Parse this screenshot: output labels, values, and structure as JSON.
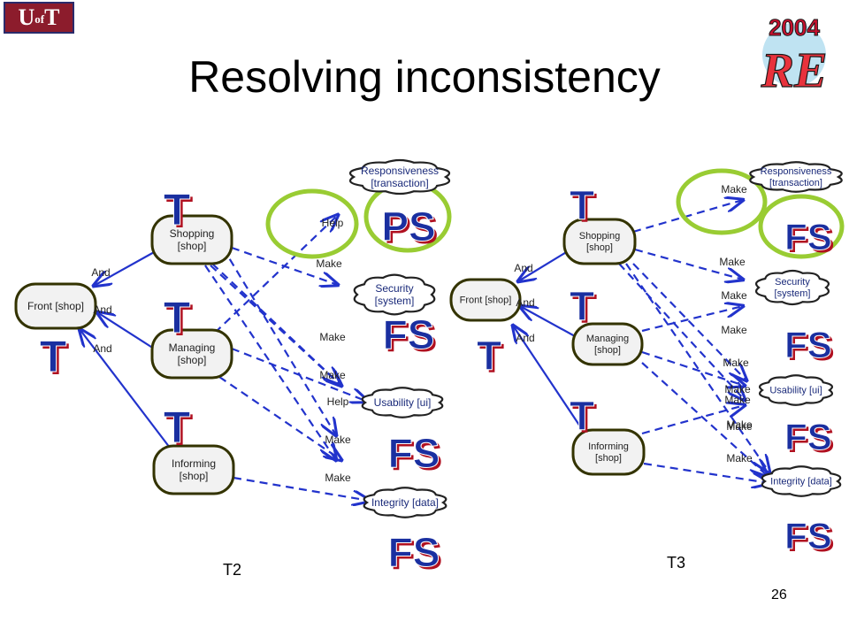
{
  "title": "Resolving inconsistency",
  "page_number": "26",
  "logo_left": "UofT",
  "logo_right": "2004 RE",
  "colors": {
    "edge": "#2233cc",
    "node_fill": "#f2f2f2",
    "node_stroke": "#333300",
    "label_T": "#1a2fa0",
    "label_shadow": "#b01020",
    "highlight": "#99cc33"
  },
  "panels": [
    {
      "label": "T2",
      "nodes": [
        {
          "id": "front",
          "text": [
            "Front [shop]"
          ],
          "kind": "goal"
        },
        {
          "id": "shopping",
          "text": [
            "Shopping",
            "[shop]"
          ],
          "kind": "goal"
        },
        {
          "id": "managing",
          "text": [
            "Managing",
            "[shop]"
          ],
          "kind": "goal"
        },
        {
          "id": "informing",
          "text": [
            "Informing",
            "[shop]"
          ],
          "kind": "goal"
        },
        {
          "id": "resp",
          "text": [
            "Responsiveness",
            "[transaction]"
          ],
          "kind": "softgoal"
        },
        {
          "id": "security",
          "text": [
            "Security",
            "[system]"
          ],
          "kind": "softgoal"
        },
        {
          "id": "usability",
          "text": [
            "Usability [ui]"
          ],
          "kind": "softgoal"
        },
        {
          "id": "integrity",
          "text": [
            "Integrity [data]"
          ],
          "kind": "softgoal"
        }
      ],
      "and_labels": [
        "And",
        "And",
        "And"
      ],
      "contribution_labels": [
        "Help",
        "Make",
        "Make",
        "Make",
        "Help",
        "Make",
        "Make"
      ],
      "status_labels": [
        "T",
        "T",
        "T",
        "T",
        "PS",
        "FS",
        "FS",
        "FS"
      ]
    },
    {
      "label": "T3",
      "nodes": [
        {
          "id": "front",
          "text": [
            "Front [shop]"
          ],
          "kind": "goal"
        },
        {
          "id": "shopping",
          "text": [
            "Shopping",
            "[shop]"
          ],
          "kind": "goal"
        },
        {
          "id": "managing",
          "text": [
            "Managing",
            "[shop]"
          ],
          "kind": "goal"
        },
        {
          "id": "informing",
          "text": [
            "Informing",
            "[shop]"
          ],
          "kind": "goal"
        },
        {
          "id": "resp",
          "text": [
            "Responsiveness",
            "[transaction]"
          ],
          "kind": "softgoal"
        },
        {
          "id": "security",
          "text": [
            "Security",
            "[system]"
          ],
          "kind": "softgoal"
        },
        {
          "id": "usability",
          "text": [
            "Usability [ui]"
          ],
          "kind": "softgoal"
        },
        {
          "id": "integrity",
          "text": [
            "Integrity [data]"
          ],
          "kind": "softgoal"
        }
      ],
      "and_labels": [
        "And",
        "And",
        "And"
      ],
      "contribution_labels": [
        "Make",
        "Make",
        "Make",
        "Make",
        "Make",
        "Make",
        "Make",
        "Make",
        "Make",
        "Make"
      ],
      "status_labels": [
        "T",
        "T",
        "T",
        "T",
        "FS",
        "FS",
        "FS",
        "FS"
      ]
    }
  ]
}
